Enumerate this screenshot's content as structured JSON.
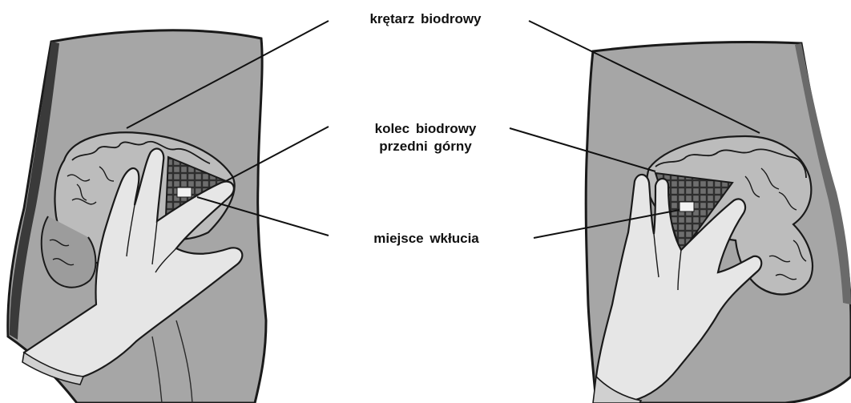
{
  "labels": {
    "greater_trochanter": "krętarz biodrowy",
    "iliac_spine_line1": "kolec biodrowy",
    "iliac_spine_line2": "przedni górny",
    "injection_site": "miejsce wkłucia"
  },
  "colors": {
    "body_fill": "#a6a6a6",
    "body_outline": "#1a1a1a",
    "glove_fill": "#e6e6e6",
    "grid_fill": "#3a3a3a",
    "site_fill": "#f2f2f2",
    "leader_line": "#111111"
  }
}
